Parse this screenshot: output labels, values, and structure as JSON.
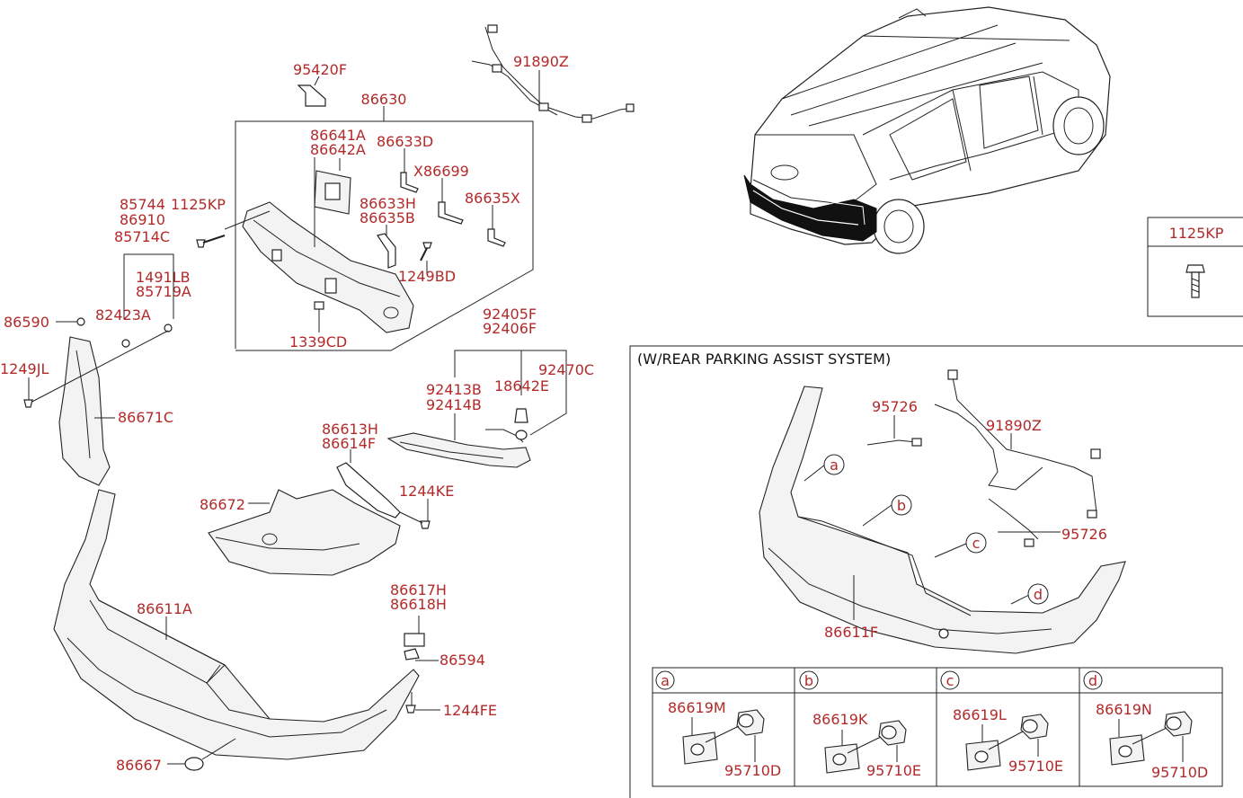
{
  "labels": {
    "p95420F": "95420F",
    "p91890Z_top": "91890Z",
    "p86630": "86630",
    "p86641A": "86641A",
    "p86642A": "86642A",
    "p86633D": "86633D",
    "pX86699": "X86699",
    "p86633H": "86633H",
    "p86635B": "86635B",
    "p86635X": "86635X",
    "p85744": "85744",
    "p86910": "86910",
    "p85714C": "85714C",
    "p1125KP_left": "1125KP",
    "p1491LB": "1491LB",
    "p85719A": "85719A",
    "p86590": "86590",
    "p82423A": "82423A",
    "p1249BD": "1249BD",
    "p1339CD": "1339CD",
    "p1249JL": "1249JL",
    "p86671C": "86671C",
    "p92405F": "92405F",
    "p92406F": "92406F",
    "p92413B": "92413B",
    "p92414B": "92414B",
    "p18642E": "18642E",
    "p92470C": "92470C",
    "p86613H": "86613H",
    "p86614F": "86614F",
    "p1244KE": "1244KE",
    "p86672": "86672",
    "p86611A": "86611A",
    "p86617H": "86617H",
    "p86618H": "86618H",
    "p86594": "86594",
    "p1244FE": "1244FE",
    "p86667": "86667",
    "p1125KP_box": "1125KP",
    "section_title": "(W/REAR PARKING ASSIST SYSTEM)",
    "p95726_a": "95726",
    "p91890Z_right": "91890Z",
    "p95726_b": "95726",
    "p86611F": "86611F",
    "circle_a": "a",
    "circle_b": "b",
    "circle_c": "c",
    "circle_d": "d"
  },
  "sensor_table": [
    {
      "key": "a",
      "part": "86619M",
      "sensor": "95710D"
    },
    {
      "key": "b",
      "part": "86619K",
      "sensor": "95710E"
    },
    {
      "key": "c",
      "part": "86619L",
      "sensor": "95710E"
    },
    {
      "key": "d",
      "part": "86619N",
      "sensor": "95710D"
    }
  ]
}
